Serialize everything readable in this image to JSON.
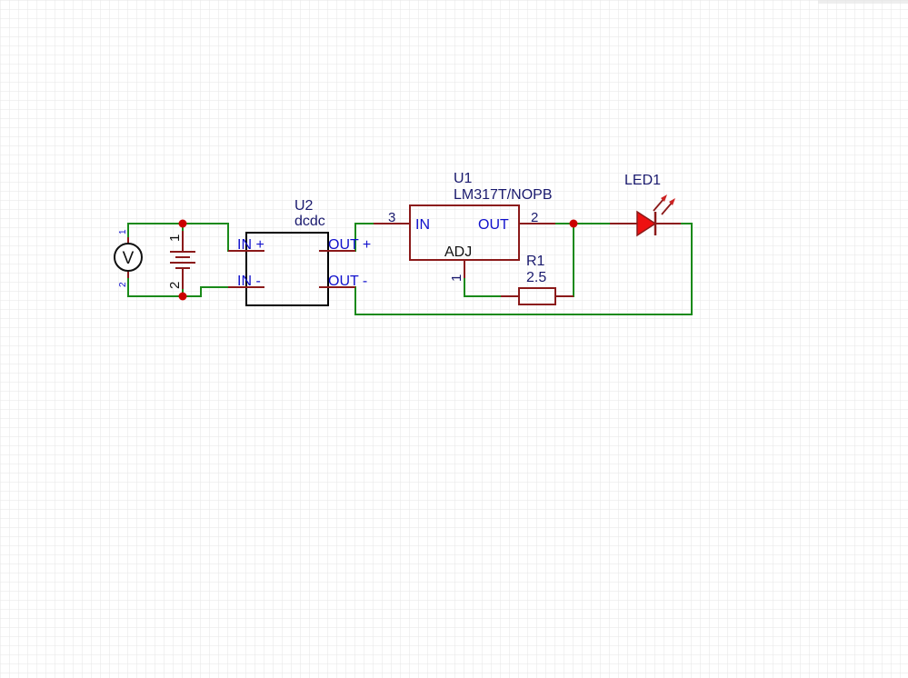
{
  "voltmeter": {
    "symbol": "V",
    "pin1": "1",
    "pin2": "2"
  },
  "battery": {
    "pin1": "1",
    "pin2": "2"
  },
  "u2": {
    "designator": "U2",
    "value": "dcdc",
    "pin_in_plus": "IN +",
    "pin_in_minus": "IN -",
    "pin_out_plus": "OUT +",
    "pin_out_minus": "OUT -"
  },
  "u1": {
    "designator": "U1",
    "value": "LM317T/NOPB",
    "pin_in": "IN",
    "pin_out": "OUT",
    "pin_adj": "ADJ",
    "pin_num_in": "3",
    "pin_num_out": "2",
    "pin_num_adj": "1"
  },
  "r1": {
    "designator": "R1",
    "value": "2.5"
  },
  "led1": {
    "designator": "LED1"
  },
  "colors": {
    "wire": "#1a8a1a",
    "component": "#8b1a1a",
    "junction": "#cc0000",
    "led_fill": "#ee1111",
    "grid": "#e6e6e6"
  }
}
